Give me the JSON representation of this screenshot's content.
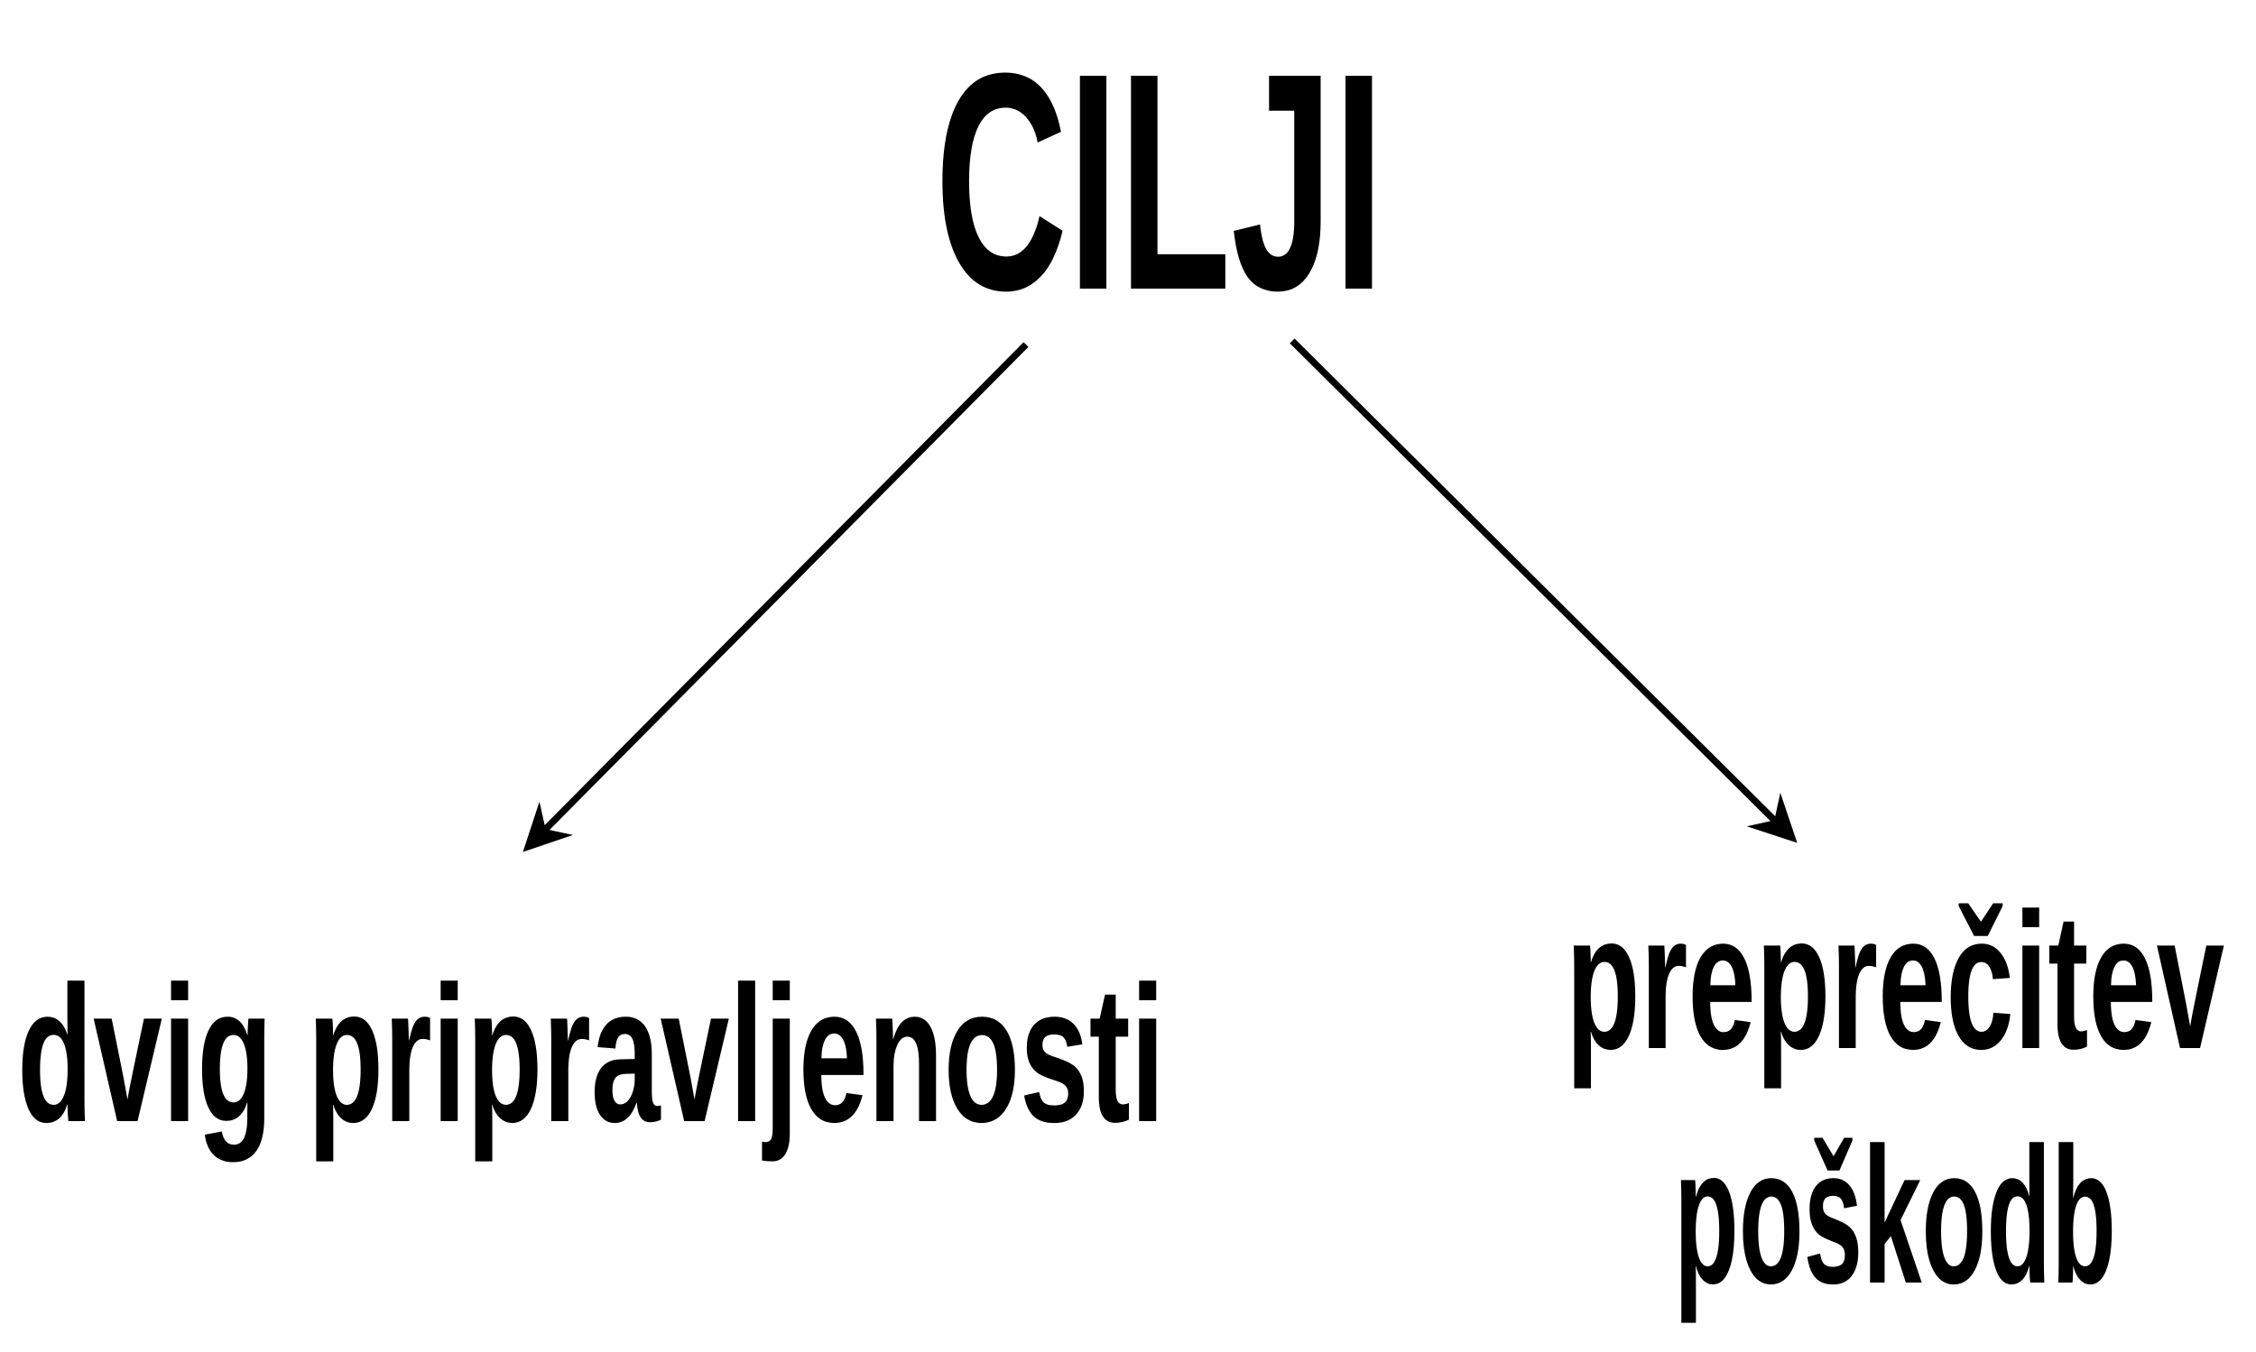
{
  "canvas": {
    "background_color": "#ffffff",
    "ink_color": "#000000"
  },
  "diagram": {
    "title": "CILJI",
    "branches": {
      "left": {
        "label": "dvig pripravljenosti"
      },
      "right": {
        "label_line1": "preprečitev",
        "label_line2": "poškodb"
      }
    },
    "arrows": [
      {
        "from": "CILJI",
        "to": "dvig pripravljenosti",
        "direction": "down-left"
      },
      {
        "from": "CILJI",
        "to": "preprečitev poškodb",
        "direction": "down-right"
      }
    ]
  }
}
